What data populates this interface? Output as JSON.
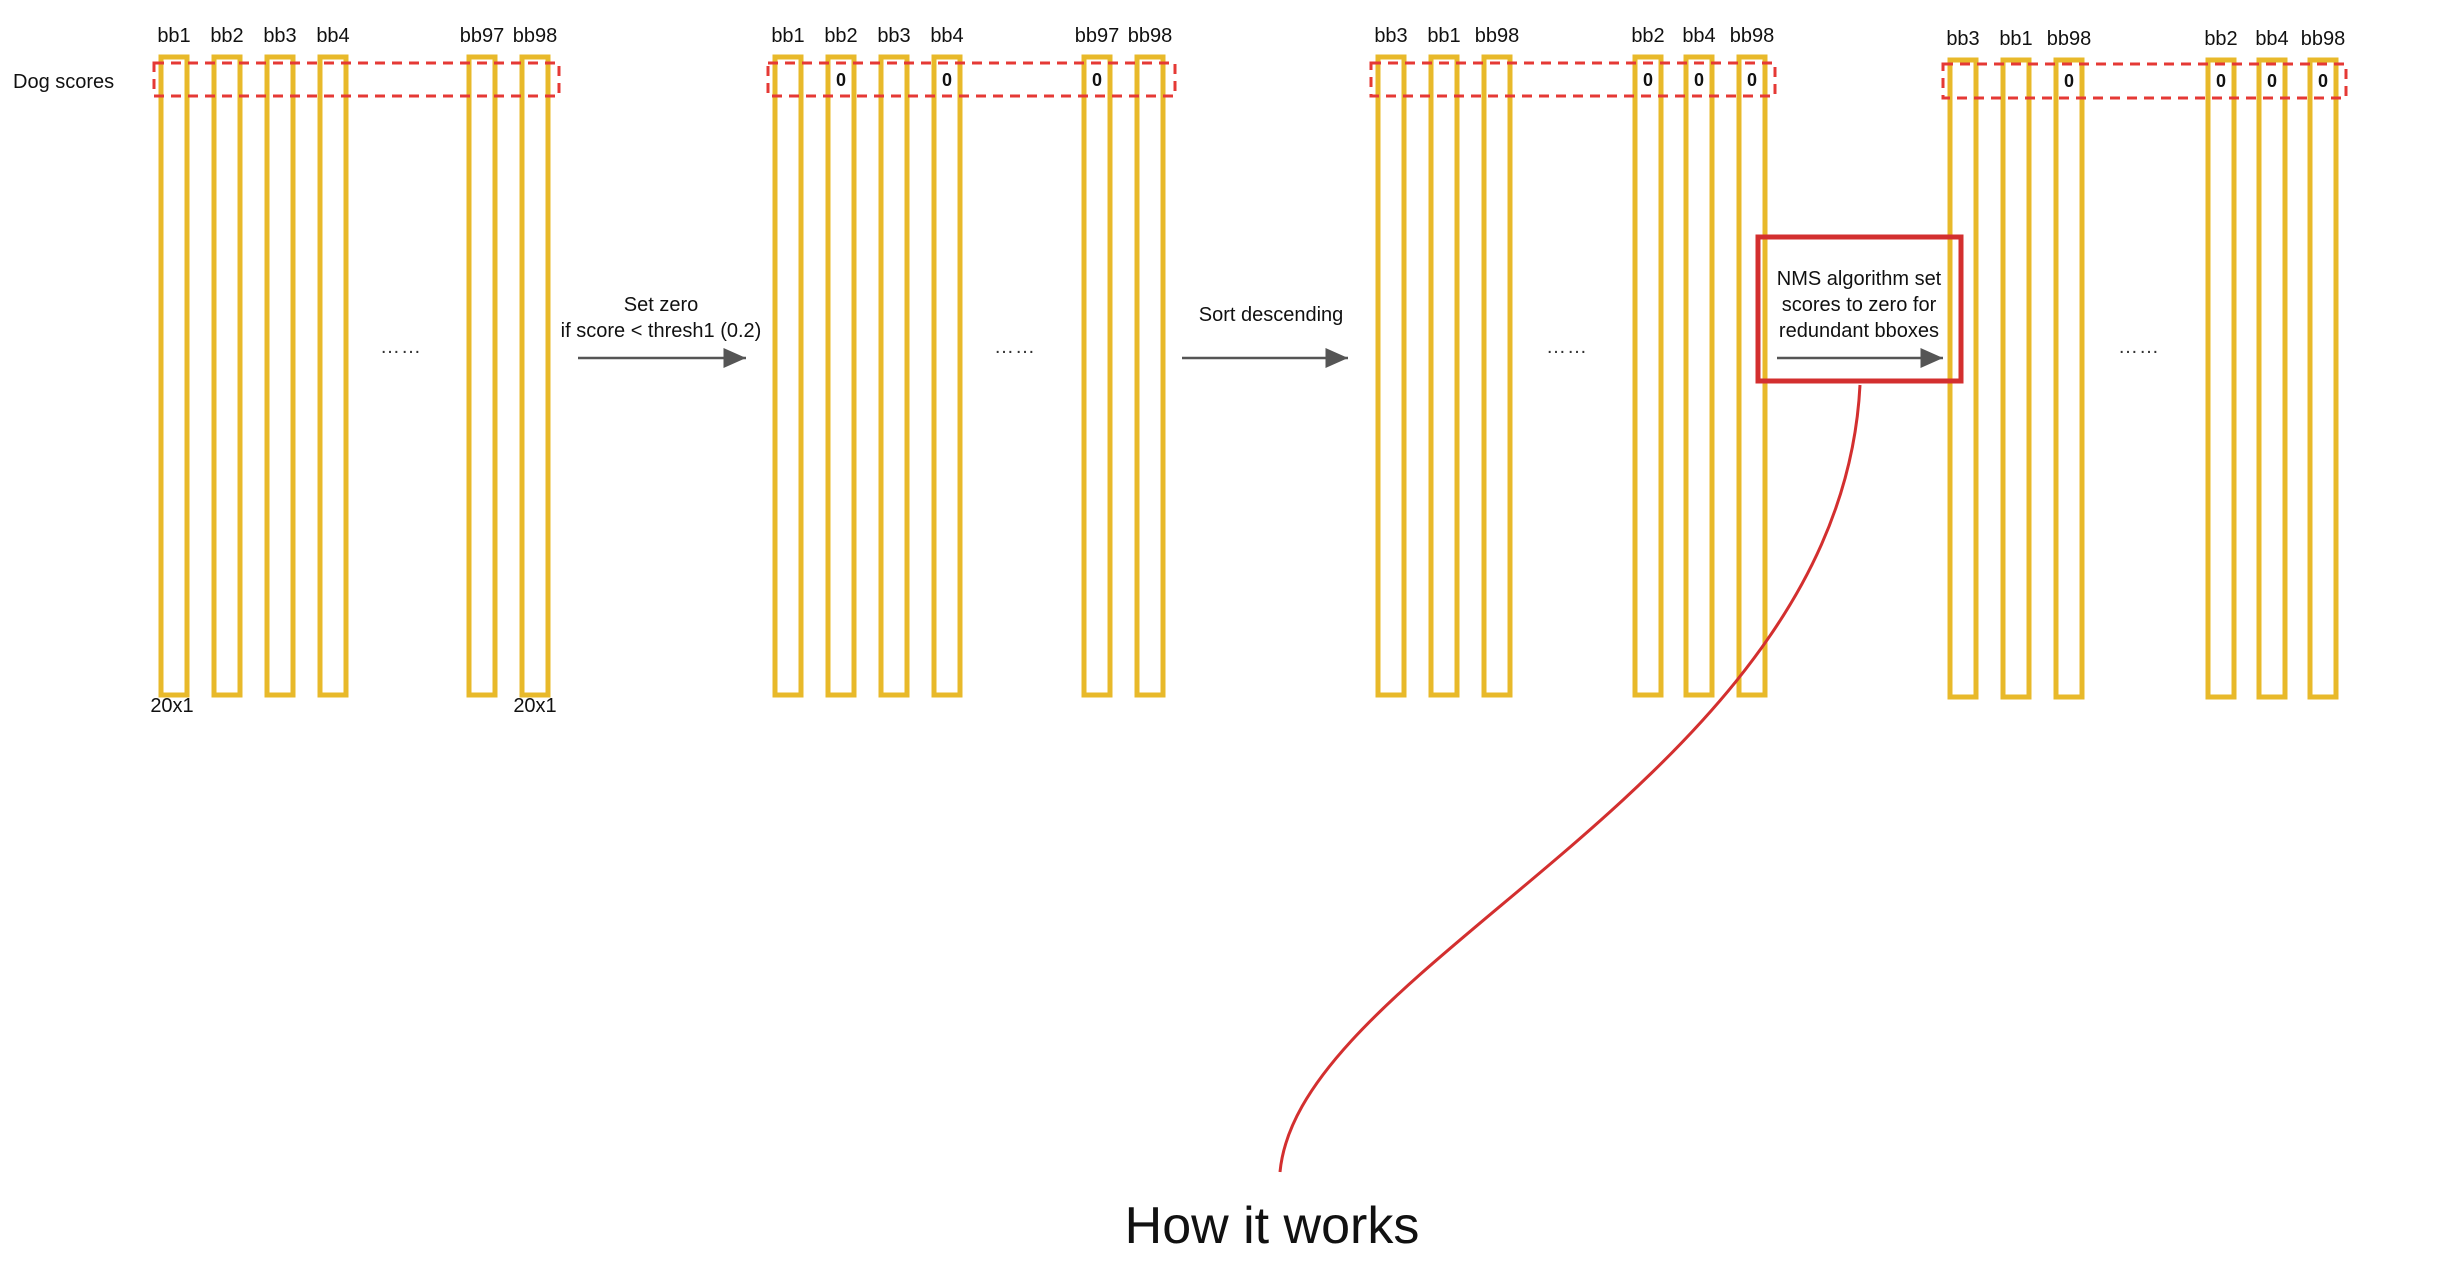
{
  "row_label": "Dog scores",
  "dims": {
    "left": "20x1",
    "right": "20x1"
  },
  "ellipsis": "……",
  "stages": [
    {
      "columns": [
        {
          "label": "bb1",
          "value": ""
        },
        {
          "label": "bb2",
          "value": ""
        },
        {
          "label": "bb3",
          "value": ""
        },
        {
          "label": "bb4",
          "value": ""
        },
        {
          "label": "bb97",
          "value": ""
        },
        {
          "label": "bb98",
          "value": ""
        }
      ]
    },
    {
      "columns": [
        {
          "label": "bb1",
          "value": ""
        },
        {
          "label": "bb2",
          "value": "0"
        },
        {
          "label": "bb3",
          "value": ""
        },
        {
          "label": "bb4",
          "value": "0"
        },
        {
          "label": "bb97",
          "value": "0"
        },
        {
          "label": "bb98",
          "value": ""
        }
      ]
    },
    {
      "columns": [
        {
          "label": "bb3",
          "value": ""
        },
        {
          "label": "bb1",
          "value": ""
        },
        {
          "label": "bb98",
          "value": ""
        },
        {
          "label": "bb2",
          "value": "0"
        },
        {
          "label": "bb4",
          "value": "0"
        },
        {
          "label": "bb98",
          "value": "0"
        }
      ]
    },
    {
      "columns": [
        {
          "label": "bb3",
          "value": ""
        },
        {
          "label": "bb1",
          "value": ""
        },
        {
          "label": "bb98",
          "value": "0"
        },
        {
          "label": "bb2",
          "value": "0"
        },
        {
          "label": "bb4",
          "value": "0"
        },
        {
          "label": "bb98",
          "value": "0"
        }
      ]
    }
  ],
  "steps": [
    {
      "lines": [
        "Set zero",
        "if score < thresh1 (0.2)"
      ]
    },
    {
      "lines": [
        "Sort descending"
      ]
    },
    {
      "lines": [
        "NMS algorithm set",
        "scores to zero for",
        "redundant bboxes"
      ]
    }
  ],
  "caption": "How it works",
  "colors": {
    "column": "#E8B92A",
    "highlight": "#E53935",
    "focus": "#D32F2F",
    "arrow": "#555555"
  }
}
